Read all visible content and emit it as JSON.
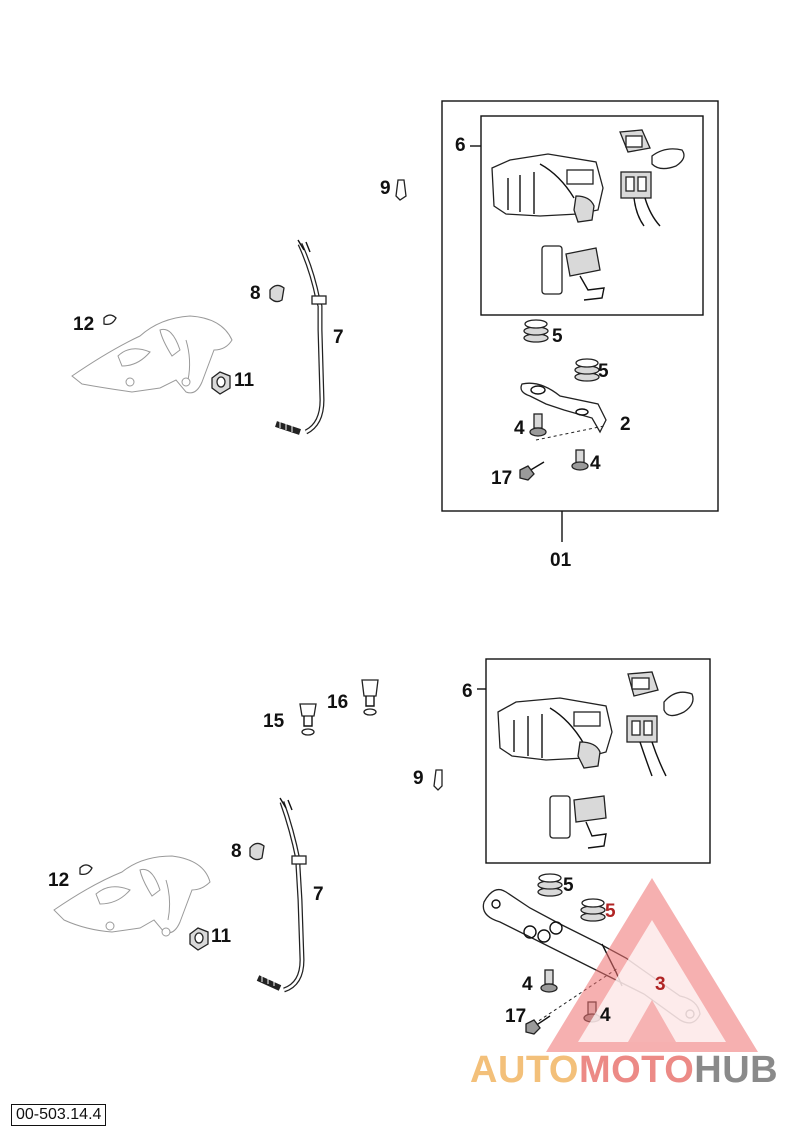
{
  "document_code": "00-503.14.4",
  "watermark": {
    "auto": "AUTO",
    "moto": "MOTO",
    "hub": "HUB",
    "colors": {
      "auto": "#f3c07a",
      "moto": "#ec8a86",
      "hub": "#8a8a8a",
      "triangle": "#ee6f6f"
    }
  },
  "upper": {
    "labels": {
      "p6": "6",
      "p9": "9",
      "p8": "8",
      "p7": "7",
      "p12": "12",
      "p11": "11",
      "p5a": "5",
      "p5b": "5",
      "p4a": "4",
      "p2": "2",
      "p17": "17",
      "p4b": "4",
      "assembly": "01"
    }
  },
  "lower": {
    "labels": {
      "p6": "6",
      "p16": "16",
      "p15": "15",
      "p9": "9",
      "p8": "8",
      "p12": "12",
      "p7": "7",
      "p11": "11",
      "p5a": "5",
      "p5b": "5",
      "p3": "3",
      "p4a": "4",
      "p17": "17",
      "p4b": "4"
    }
  }
}
